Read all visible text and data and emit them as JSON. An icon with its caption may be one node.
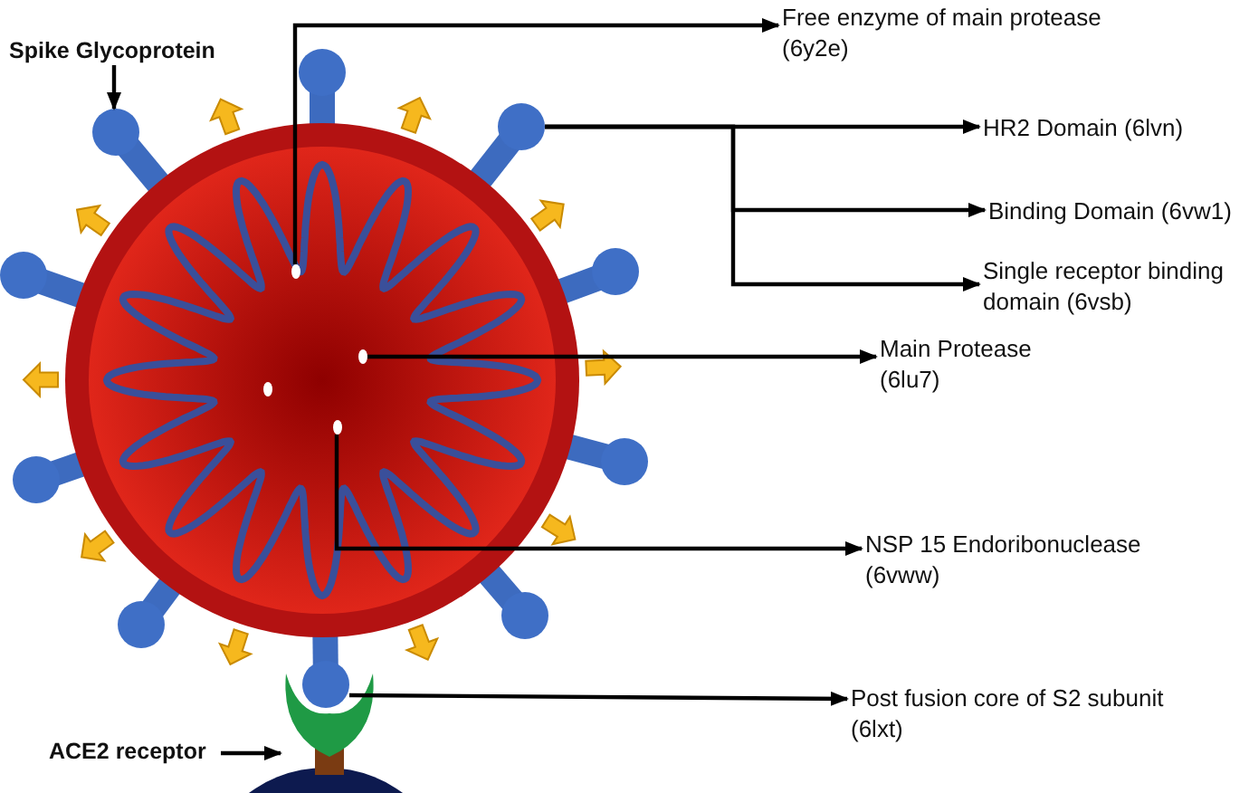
{
  "diagram": {
    "nodes": [
      {
        "text": [
          "Spike Glycoprotein"
        ]
      },
      {
        "text": [],
        "shape": "circle"
      },
      {
        "text": [
          "Free enzyme of main protease (6y2e)"
        ]
      },
      {
        "text": [],
        "shape": "circle"
      },
      {
        "text": [
          "HR2 Domain (6lvn)"
        ]
      },
      {
        "text": [],
        "shape": "circle"
      },
      {
        "text": [
          "Binding Domain (6vw1)"
        ]
      },
      {
        "text": [
          "Single receptor binding domain (6vsb)"
        ]
      },
      {
        "text": [
          "Main Protease (6lu7)"
        ]
      },
      {
        "text": [],
        "shape": "circle"
      },
      {
        "text": [
          "NSP 15 Endoribonuclease (6vww)"
        ]
      },
      {
        "text": [],
        "shape": "circle"
      },
      {
        "text": [
          "Post fusion core of S2 subunit (6lxt)"
        ]
      },
      {
        "text": [],
        "shape": "circle"
      },
      {
        "text": [
          "ACE2 receptor"
        ]
      },
      {
        "text": [],
        "shape": "crescent"
      }
    ],
    "edges": [
      {
        "from": 0,
        "to": 1,
        "arrow": "to"
      },
      {
        "from": 3,
        "to": 2,
        "arrow": "to"
      },
      {
        "from": 5,
        "to": 4,
        "arrow": "to"
      },
      {
        "from": 5,
        "to": 6,
        "arrow": "to"
      },
      {
        "from": 5,
        "to": 7,
        "arrow": "to"
      },
      {
        "from": 9,
        "to": 8,
        "arrow": "to"
      },
      {
        "from": 11,
        "to": 10,
        "arrow": "to"
      },
      {
        "from": 13,
        "to": 12,
        "arrow": "to"
      },
      {
        "from": 14,
        "to": 15,
        "arrow": "to"
      }
    ]
  }
}
